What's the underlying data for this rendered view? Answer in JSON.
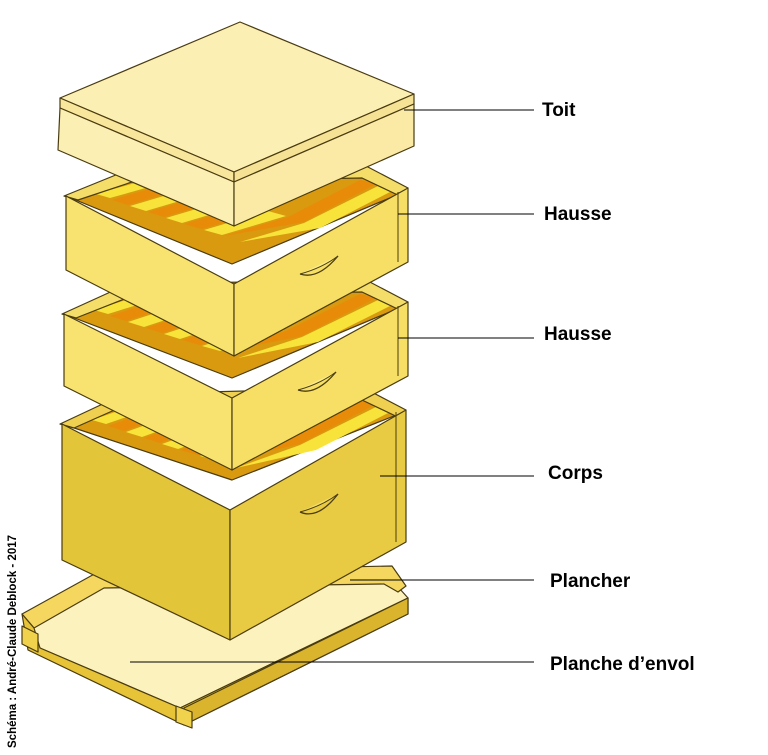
{
  "labels": {
    "toit": "Toit",
    "hausse_1": "Hausse",
    "hausse_2": "Hausse",
    "corps": "Corps",
    "plancher": "Plancher",
    "planche_envol": "Planche d’envol"
  },
  "credit": "Schéma : André-Claude Deblock - 2017",
  "colors": {
    "roof_light": "#fcefb4",
    "roof_side": "#fbe7a0",
    "super_front": "#f9e370",
    "super_side": "#f6dc60",
    "body_front": "#e8c93a",
    "body_side": "#ecce44",
    "frame_orange": "#e88b08",
    "frame_yellow": "#f7e33a",
    "outline": "#4a3c10"
  }
}
